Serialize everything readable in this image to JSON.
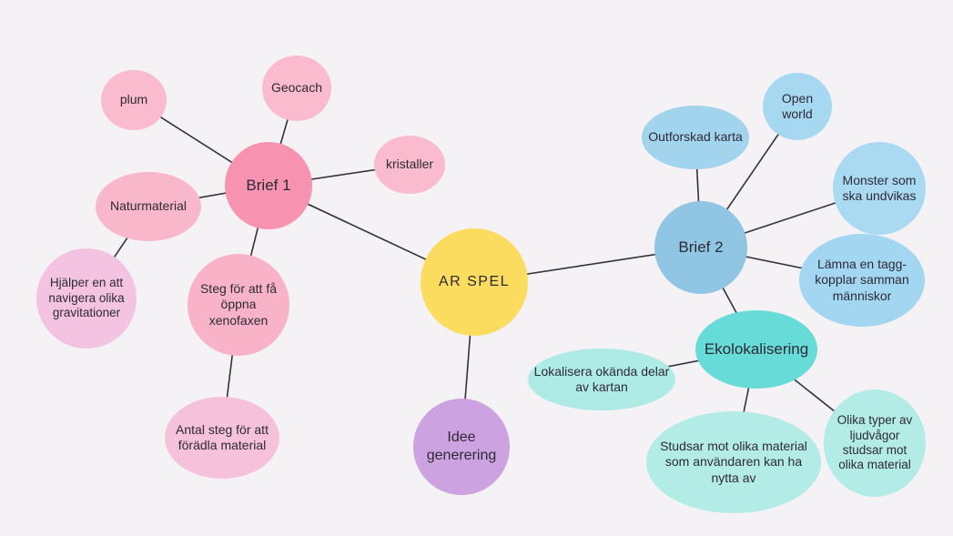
{
  "canvas": {
    "background": "#f4f2f4",
    "edge_color": "#33313a",
    "text_color": "#2d2a35"
  },
  "nodes": {
    "plum": {
      "label": "plum",
      "fill": "#fabbce"
    },
    "geocach": {
      "label": "Geocach",
      "fill": "#fabbce"
    },
    "brief1": {
      "label": "Brief 1",
      "fill": "#f792b1"
    },
    "kristaller": {
      "label": "kristaller",
      "fill": "#fabbce"
    },
    "naturmaterial": {
      "label": "Naturmaterial",
      "fill": "#f9b7cc"
    },
    "hjalper": {
      "label": "Hjälper en att navigera olika gravitationer",
      "fill": "#f5c3e2"
    },
    "steg": {
      "label": "Steg för att få öppna xenofaxen",
      "fill": "#f9b3c9"
    },
    "antal": {
      "label": "Antal steg för att förädla material",
      "fill": "#f6c2db"
    },
    "arspel": {
      "label": "AR SPEL",
      "fill": "#fbdc5e"
    },
    "idee": {
      "label": "Idee generering",
      "fill": "#cda2e1"
    },
    "brief2": {
      "label": "Brief 2",
      "fill": "#90c5e3"
    },
    "outforskad": {
      "label": "Outforskad karta",
      "fill": "#a3d4ee"
    },
    "openworld": {
      "label": "Open world",
      "fill": "#a7d8f1"
    },
    "monster": {
      "label": "Monster som ska undvikas",
      "fill": "#a9daf2"
    },
    "lamna": {
      "label": "Lämna en tagg-kopplar samman människor",
      "fill": "#a3d6f0"
    },
    "eko": {
      "label": "Ekolokalisering",
      "fill": "#66dbd8"
    },
    "lokalisera": {
      "label": "Lokalisera okända delar av kartan",
      "fill": "#aeeae6"
    },
    "studsar": {
      "label": "Studsar mot olika material som användaren kan ha nytta av",
      "fill": "#b3ebe7"
    },
    "olikatyper": {
      "label": "Olika typer av ljudvågor studsar mot olika material",
      "fill": "#b3ebe7"
    }
  },
  "edges": [
    [
      "plum",
      "brief1"
    ],
    [
      "geocach",
      "brief1"
    ],
    [
      "kristaller",
      "brief1"
    ],
    [
      "naturmaterial",
      "brief1"
    ],
    [
      "naturmaterial",
      "hjalper"
    ],
    [
      "brief1",
      "steg"
    ],
    [
      "steg",
      "antal"
    ],
    [
      "brief1",
      "arspel"
    ],
    [
      "arspel",
      "brief2"
    ],
    [
      "arspel",
      "idee"
    ],
    [
      "brief2",
      "outforskad"
    ],
    [
      "brief2",
      "openworld"
    ],
    [
      "brief2",
      "monster"
    ],
    [
      "brief2",
      "lamna"
    ],
    [
      "brief2",
      "eko"
    ],
    [
      "eko",
      "lokalisera"
    ],
    [
      "eko",
      "studsar"
    ],
    [
      "eko",
      "olikatyper"
    ]
  ]
}
